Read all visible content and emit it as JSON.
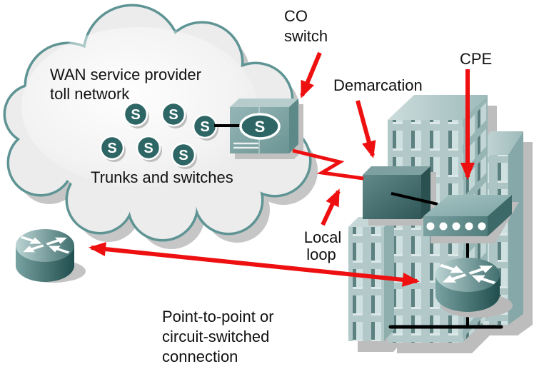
{
  "cloud": {
    "line1": "WAN service provider",
    "line2": "toll network",
    "caption": "Trunks and switches",
    "switch_glyph": "S"
  },
  "labels": {
    "co_line1": "CO",
    "co_line2": "switch",
    "demarcation": "Demarcation",
    "cpe": "CPE",
    "local_line1": "Local",
    "local_line2": "loop",
    "conn_line1": "Point-to-point or",
    "conn_line2": "circuit-switched",
    "conn_line3": "connection"
  },
  "colors": {
    "accent_red": "#ee1010",
    "device_teal": "#2e6666",
    "cloud_stroke": "#5f9494",
    "building_face": "#b3c9c9"
  }
}
